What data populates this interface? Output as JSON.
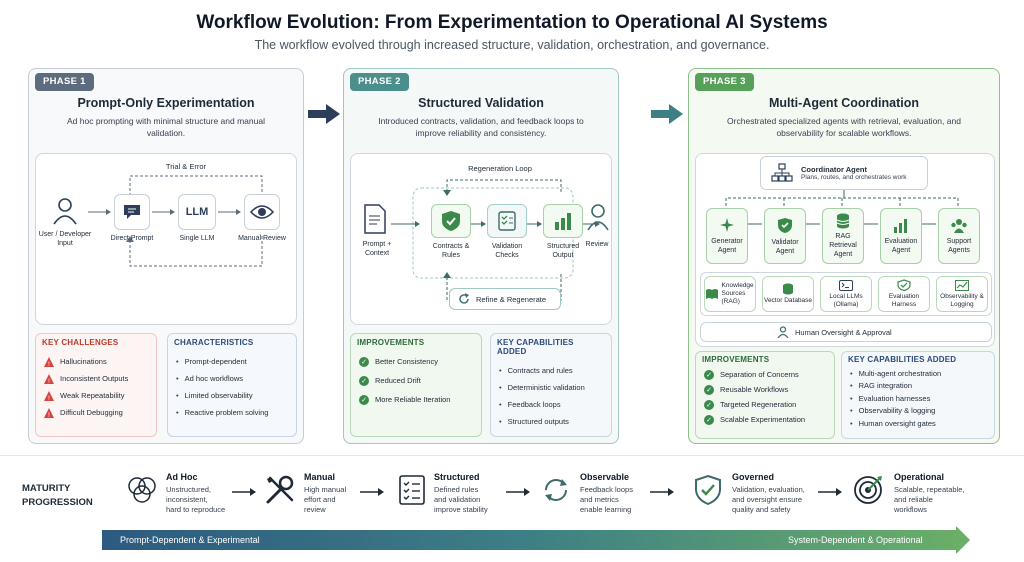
{
  "header": {
    "title": "Workflow Evolution: From Experimentation to Operational AI Systems",
    "subtitle": "The workflow evolved through increased structure, validation, orchestration, and governance."
  },
  "phase1": {
    "badge": "PHASE 1",
    "title": "Prompt-Only Experimentation",
    "desc": "Ad hoc prompting with minimal structure and manual validation.",
    "loop_label": "Trial & Error",
    "nodes": [
      {
        "label": "User / Developer Input"
      },
      {
        "label": "Direct Prompt"
      },
      {
        "label": "Single LLM"
      },
      {
        "label": "Manual Review"
      }
    ],
    "llm_text": "LLM",
    "challenges": {
      "title": "KEY CHALLENGES",
      "items": [
        "Hallucinations",
        "Inconsistent Outputs",
        "Weak Repeatability",
        "Difficult Debugging"
      ]
    },
    "characteristics": {
      "title": "CHARACTERISTICS",
      "items": [
        "Prompt-dependent",
        "Ad hoc workflows",
        "Limited observability",
        "Reactive problem solving"
      ]
    }
  },
  "phase2": {
    "badge": "PHASE 2",
    "title": "Structured Validation",
    "desc": "Introduced contracts, validation, and feedback loops to improve reliability and consistency.",
    "loop_label": "Regeneration Loop",
    "nodes": [
      {
        "label": "Prompt + Context"
      },
      {
        "label": "Contracts & Rules"
      },
      {
        "label": "Validation Checks"
      },
      {
        "label": "Structured Output"
      },
      {
        "label": "Review"
      }
    ],
    "refine_label": "Refine & Regenerate",
    "improvements": {
      "title": "IMPROVEMENTS",
      "items": [
        "Better Consistency",
        "Reduced Drift",
        "More Reliable Iteration"
      ]
    },
    "capabilities": {
      "title": "KEY CAPABILITIES ADDED",
      "items": [
        "Contracts and rules",
        "Deterministic validation",
        "Feedback loops",
        "Structured outputs"
      ]
    }
  },
  "phase3": {
    "badge": "PHASE 3",
    "title": "Multi-Agent Coordination",
    "desc": "Orchestrated specialized agents with retrieval, evaluation, and observability for scalable workflows.",
    "coordinator": {
      "title": "Coordinator Agent",
      "sub": "Plans, routes, and orchestrates work"
    },
    "agents": [
      {
        "label": "Generator Agent"
      },
      {
        "label": "Validator Agent"
      },
      {
        "label": "RAG Retrieval Agent"
      },
      {
        "label": "Evaluation Agent"
      },
      {
        "label": "Support Agents"
      }
    ],
    "tools": [
      {
        "label": "Knowledge Sources (RAG)"
      },
      {
        "label": "Vector Database"
      },
      {
        "label": "Local LLMs (Ollama)"
      },
      {
        "label": "Evaluation Harness"
      },
      {
        "label": "Observability & Logging"
      }
    ],
    "oversight": "Human Oversight & Approval",
    "improvements": {
      "title": "IMPROVEMENTS",
      "items": [
        "Separation of Concerns",
        "Reusable Workflows",
        "Targeted Regeneration",
        "Scalable Experimentation"
      ]
    },
    "capabilities": {
      "title": "KEY CAPABILITIES ADDED",
      "items": [
        "Multi-agent orchestration",
        "RAG integration",
        "Evaluation harnesses",
        "Observability & logging",
        "Human oversight gates"
      ]
    }
  },
  "maturity": {
    "label_line1": "MATURITY",
    "label_line2": "PROGRESSION",
    "stages": [
      {
        "title": "Ad Hoc",
        "desc": [
          "Unstructured,",
          "inconsistent,",
          "hard to reproduce"
        ]
      },
      {
        "title": "Manual",
        "desc": [
          "High manual",
          "effort and",
          "review"
        ]
      },
      {
        "title": "Structured",
        "desc": [
          "Defined rules",
          "and validation",
          "improve stability"
        ]
      },
      {
        "title": "Observable",
        "desc": [
          "Feedback loops",
          "and metrics",
          "enable learning"
        ]
      },
      {
        "title": "Governed",
        "desc": [
          "Validation, evaluation,",
          "and oversight ensure",
          "quality and safety"
        ]
      },
      {
        "title": "Operational",
        "desc": [
          "Scalable, repeatable,",
          "and reliable",
          "workflows"
        ]
      }
    ],
    "left_label": "Prompt-Dependent & Experimental",
    "right_label": "System-Dependent & Operational"
  },
  "colors": {
    "phase1": "#5d6b7e",
    "phase2": "#4b8f8c",
    "phase3": "#57a05a",
    "warning": "#d64541",
    "navy": "#2c3e5a"
  }
}
